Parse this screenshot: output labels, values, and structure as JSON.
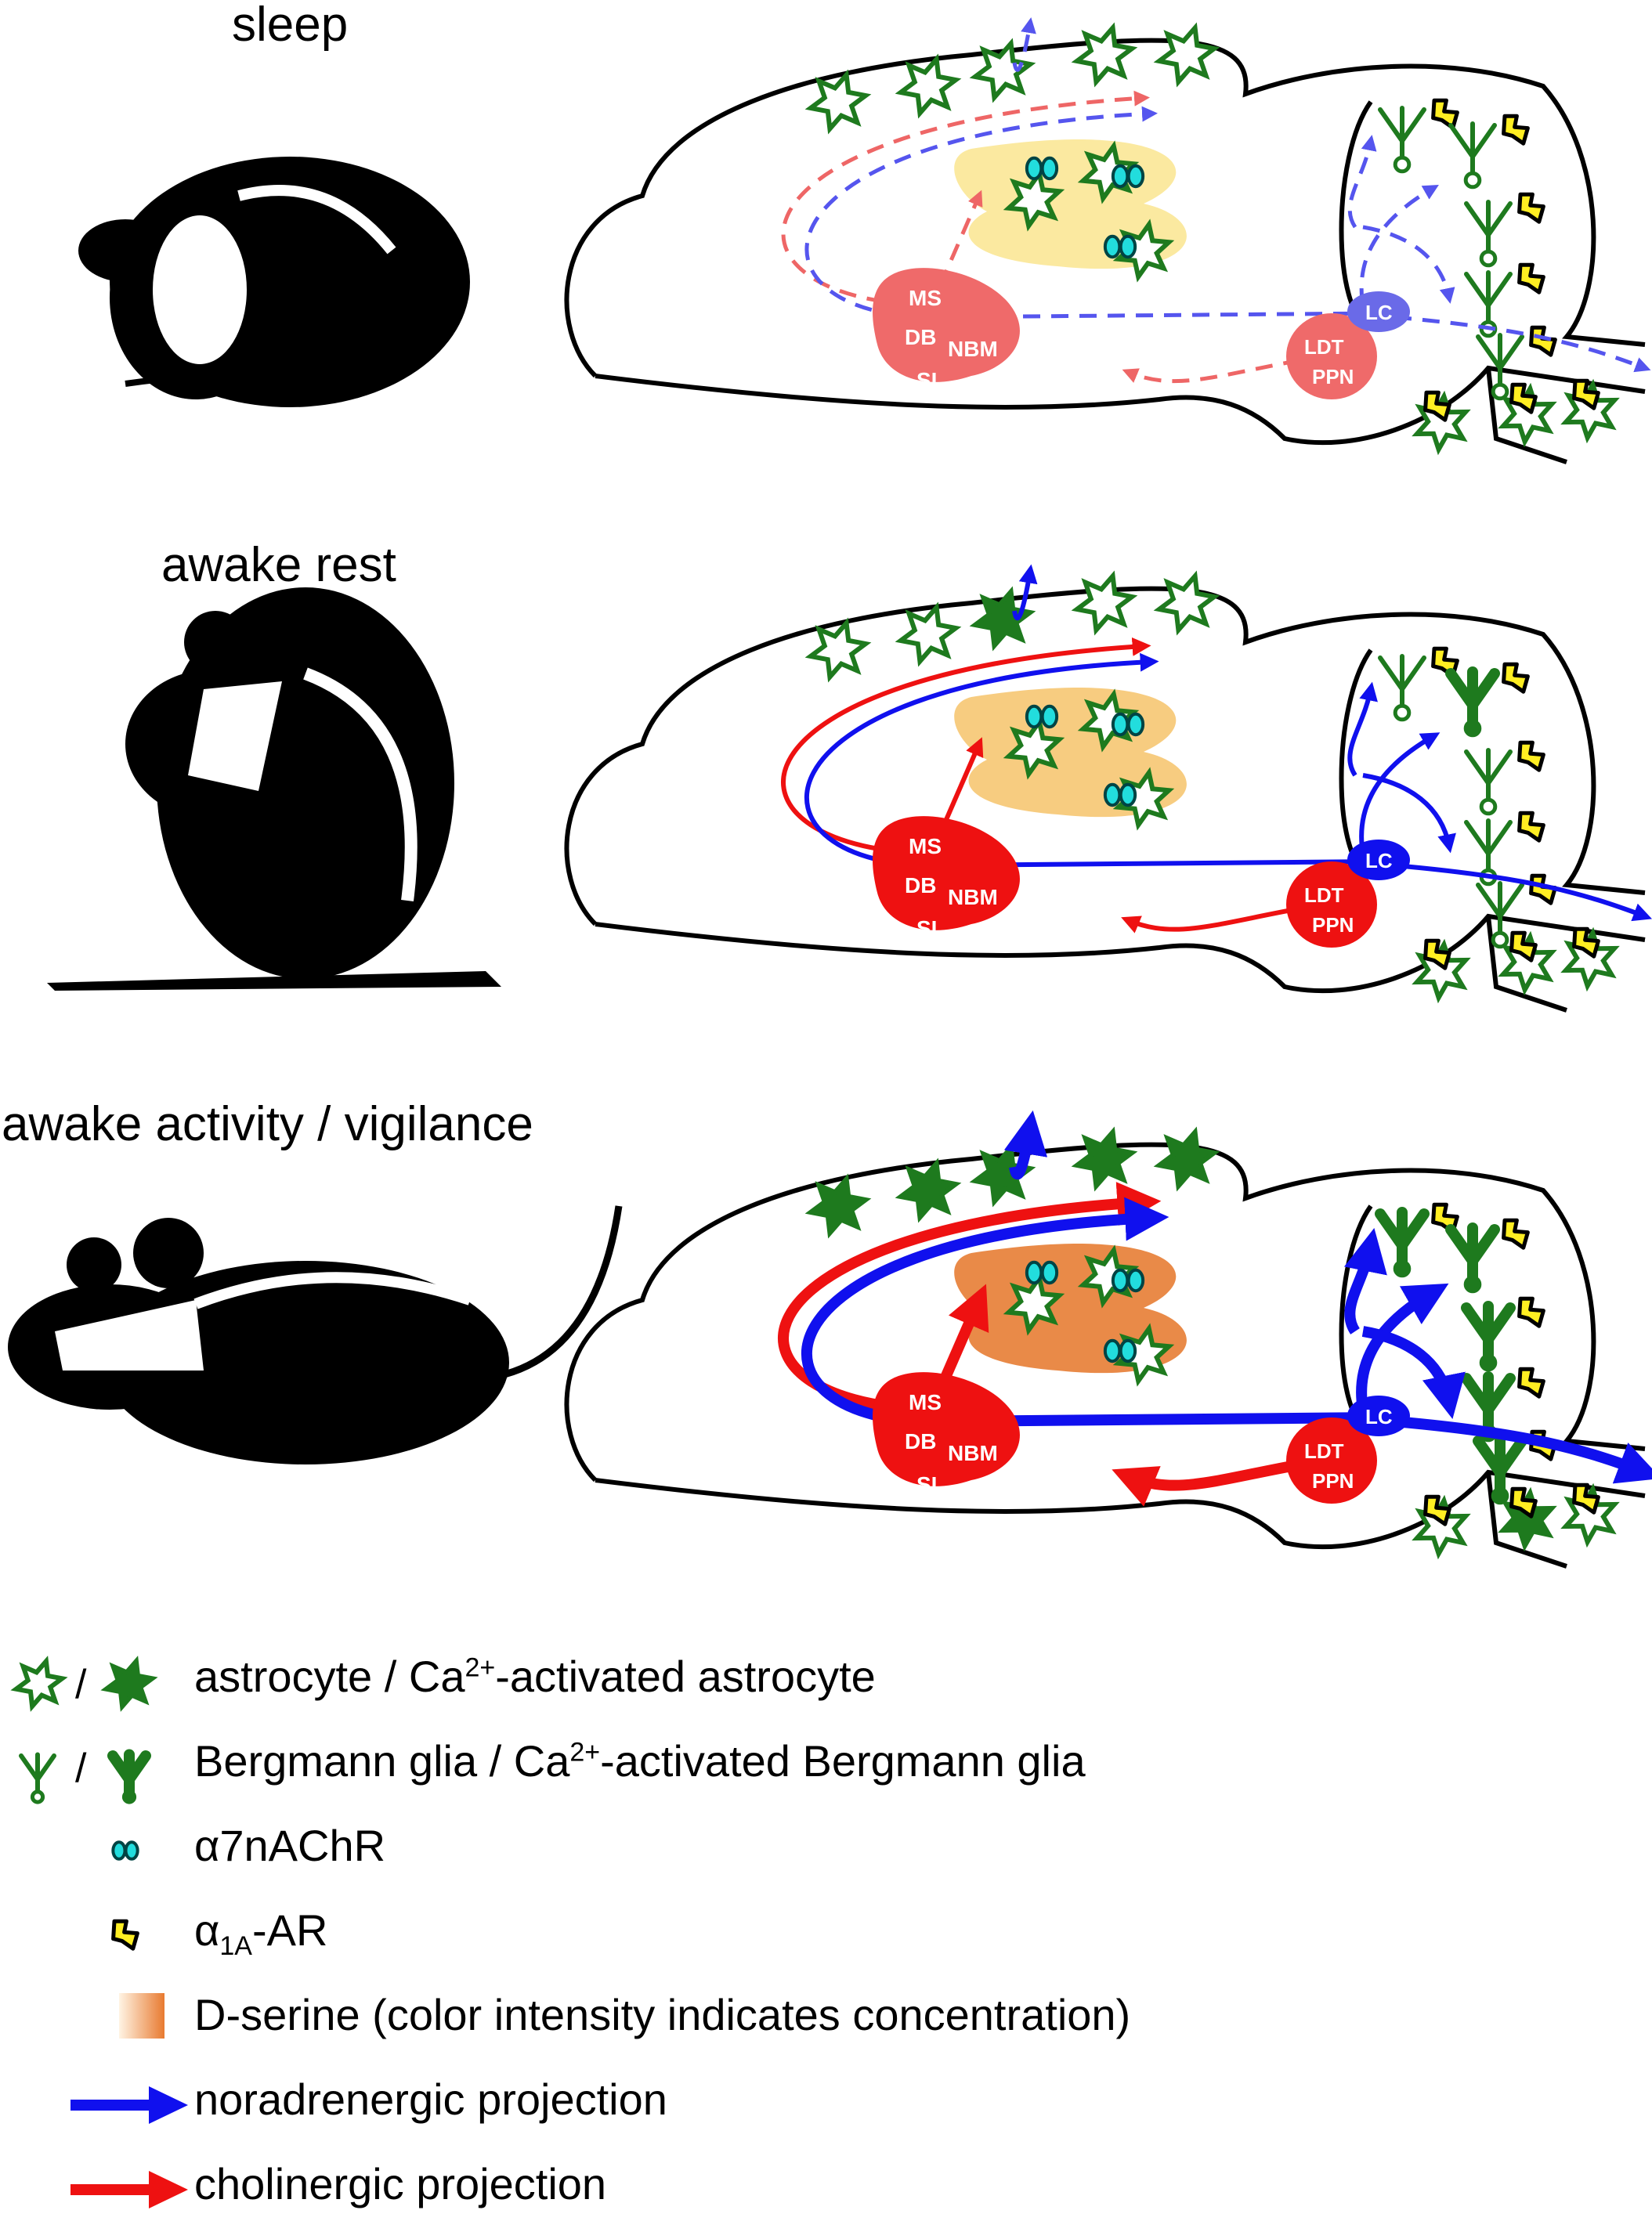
{
  "panels": [
    {
      "title": "sleep",
      "state": "sleep"
    },
    {
      "title": "awake rest",
      "state": "rest"
    },
    {
      "title": "awake activity / vigilance",
      "state": "active"
    }
  ],
  "nuclei": {
    "basal_forebrain": [
      "MS",
      "DB",
      "NBM",
      "SI"
    ],
    "brainstem_cholinergic": [
      "LDT",
      "PPN"
    ],
    "noradrenergic": "LC"
  },
  "legend": {
    "astrocyte": {
      "text_a": "astrocyte / Ca",
      "sup": "2+",
      "text_b": "-activated astrocyte"
    },
    "bergmann": {
      "text_a": "Bergmann glia / Ca",
      "sup": "2+",
      "text_b": "-activated Bergmann glia"
    },
    "a7nachr": {
      "text": "α7nAChR"
    },
    "a1aar": {
      "text_a": "α",
      "sub": "1A",
      "text_b": "-AR"
    },
    "dserine": {
      "text": "D-serine (color intensity indicates concentration)"
    },
    "noradrenergic": {
      "text": "noradrenergic projection"
    },
    "cholinergic": {
      "text": "cholinergic projection"
    },
    "slash": "/"
  },
  "colors": {
    "noradrenergic": "#1010ee",
    "cholinergic": "#ee1111",
    "astrocyte": "#1e7a1e",
    "receptor_a7": "#22dddd",
    "receptor_a1a": "#ffee22",
    "dserine_low": "#fbe9a0",
    "dserine_mid": "#f7cc80",
    "dserine_high": "#e98a48",
    "mouse": "#000000"
  }
}
